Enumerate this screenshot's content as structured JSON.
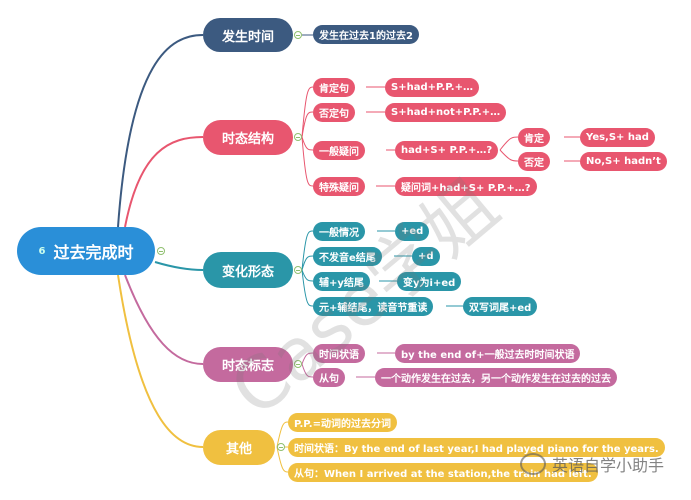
{
  "colors": {
    "root": "#2a8fd8",
    "time": "#3c5a80",
    "structure": "#e8566f",
    "forms": "#2a96a8",
    "markers": "#c46a9e",
    "other": "#f0c040"
  },
  "root": {
    "badge": "6",
    "label": "过去完成时"
  },
  "branches": {
    "time": {
      "label": "发生时间",
      "children": [
        "发生在过去1的过去2"
      ]
    },
    "structure": {
      "label": "时态结构",
      "affirmative": {
        "label": "肯定句",
        "value": "S+had+P.P.+…"
      },
      "negative": {
        "label": "否定句",
        "value": "S+had+not+P.P.+…"
      },
      "general_q": {
        "label": "一般疑问",
        "value": "had+S+ P.P.+…?",
        "yes_label": "肯定",
        "yes_value": "Yes,S+ had",
        "no_label": "否定",
        "no_value": "No,S+ hadn’t"
      },
      "special_q": {
        "label": "特殊疑问",
        "value": "疑问词+had+S+ P.P.+…?"
      }
    },
    "forms": {
      "label": "变化形态",
      "items": [
        {
          "label": "一般情况",
          "value": "+ed"
        },
        {
          "label": "不发音e结尾",
          "value": "+d"
        },
        {
          "label": "辅+y结尾",
          "value": "变y为i+ed"
        },
        {
          "label": "元+辅结尾，读音节重读",
          "value": "双写词尾+ed"
        }
      ]
    },
    "markers": {
      "label": "时态标志",
      "items": [
        {
          "label": "时间状语",
          "value": "by the end of+一般过去时时间状语"
        },
        {
          "label": "从句",
          "value": "一个动作发生在过去，另一个动作发生在过去的过去"
        }
      ]
    },
    "other": {
      "label": "其他",
      "items": [
        "P.P.=动词的过去分词",
        "时间状语：By the end of last year,I had played piano for the years.",
        "从句：When I arrived at the station,the train had left."
      ]
    }
  },
  "watermark": "Case学姐",
  "logo": "英语自学小助手"
}
